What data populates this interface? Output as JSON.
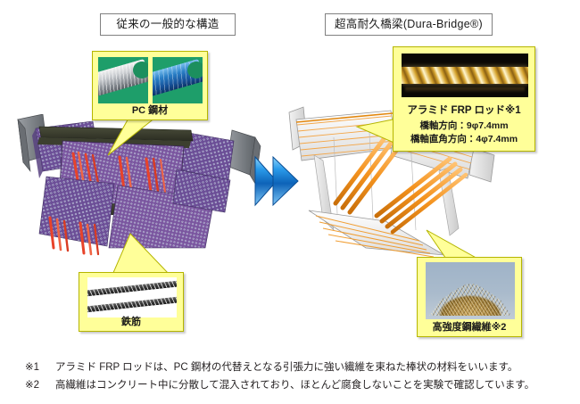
{
  "titles": {
    "left": "従来の一般的な構造",
    "right": "超高耐久橋梁(Dura-Bridge®)"
  },
  "callouts": {
    "pc_steel": {
      "caption": "PC 鋼材",
      "photo_a": "pc-strand-grey-photo",
      "photo_b": "pc-strand-blue-photo"
    },
    "rebar": {
      "caption": "鉄筋",
      "photo": "rebar-bars-photo"
    },
    "aramid_frp": {
      "title": "アラミド FRP ロッド※1",
      "line1": "橋軸方向：9φ7.4mm",
      "line2": "橋軸直角方向：4φ7.4mm",
      "photo": "aramid-frp-rod-photo"
    },
    "steel_fiber": {
      "caption": "高強度鋼繊維※2",
      "photo": "steel-fiber-pile-photo"
    }
  },
  "structures": {
    "left": "conventional-girder-3d-model",
    "right": "dura-bridge-girder-3d-model",
    "transition": "double-chevron-right-arrow"
  },
  "footnotes": [
    {
      "mark": "※1",
      "text": "アラミド FRP ロッドは、PC 鋼材の代替えとなる引張力に強い繊維を束ねた棒状の材料をいいます。"
    },
    {
      "mark": "※2",
      "text": "高繊維はコンクリート中に分散して混入されており、ほとんど腐食しないことを実験で確認しています。"
    }
  ],
  "colors": {
    "callout_fill": "#ffff99",
    "callout_border": "#b5b500",
    "rebar_purple": "#6f4f9e",
    "pc_tendon_red": "#e8432a",
    "frp_rod_orange": "#f4931f",
    "arrow_blue": "#1b7fd4",
    "title_border": "#808080"
  }
}
